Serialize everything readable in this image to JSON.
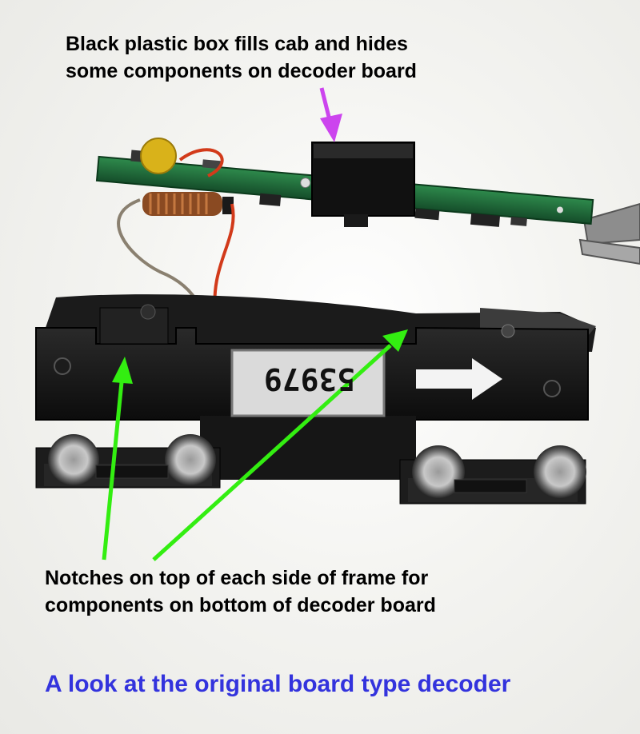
{
  "annotations": {
    "top_caption_line1": "Black plastic box fills cab and hides",
    "top_caption_line2": "some components on decoder board",
    "bottom_caption_line1": "Notches on top of each side of frame for",
    "bottom_caption_line2": "components on bottom of decoder board"
  },
  "title": "A look at the original board type decoder",
  "unit_number": "53979",
  "colors": {
    "title": "#3333dd",
    "arrow_magenta": "#cc44ee",
    "arrow_green": "#33ee11",
    "frame": "#141414",
    "board": "#1f6a3a"
  }
}
